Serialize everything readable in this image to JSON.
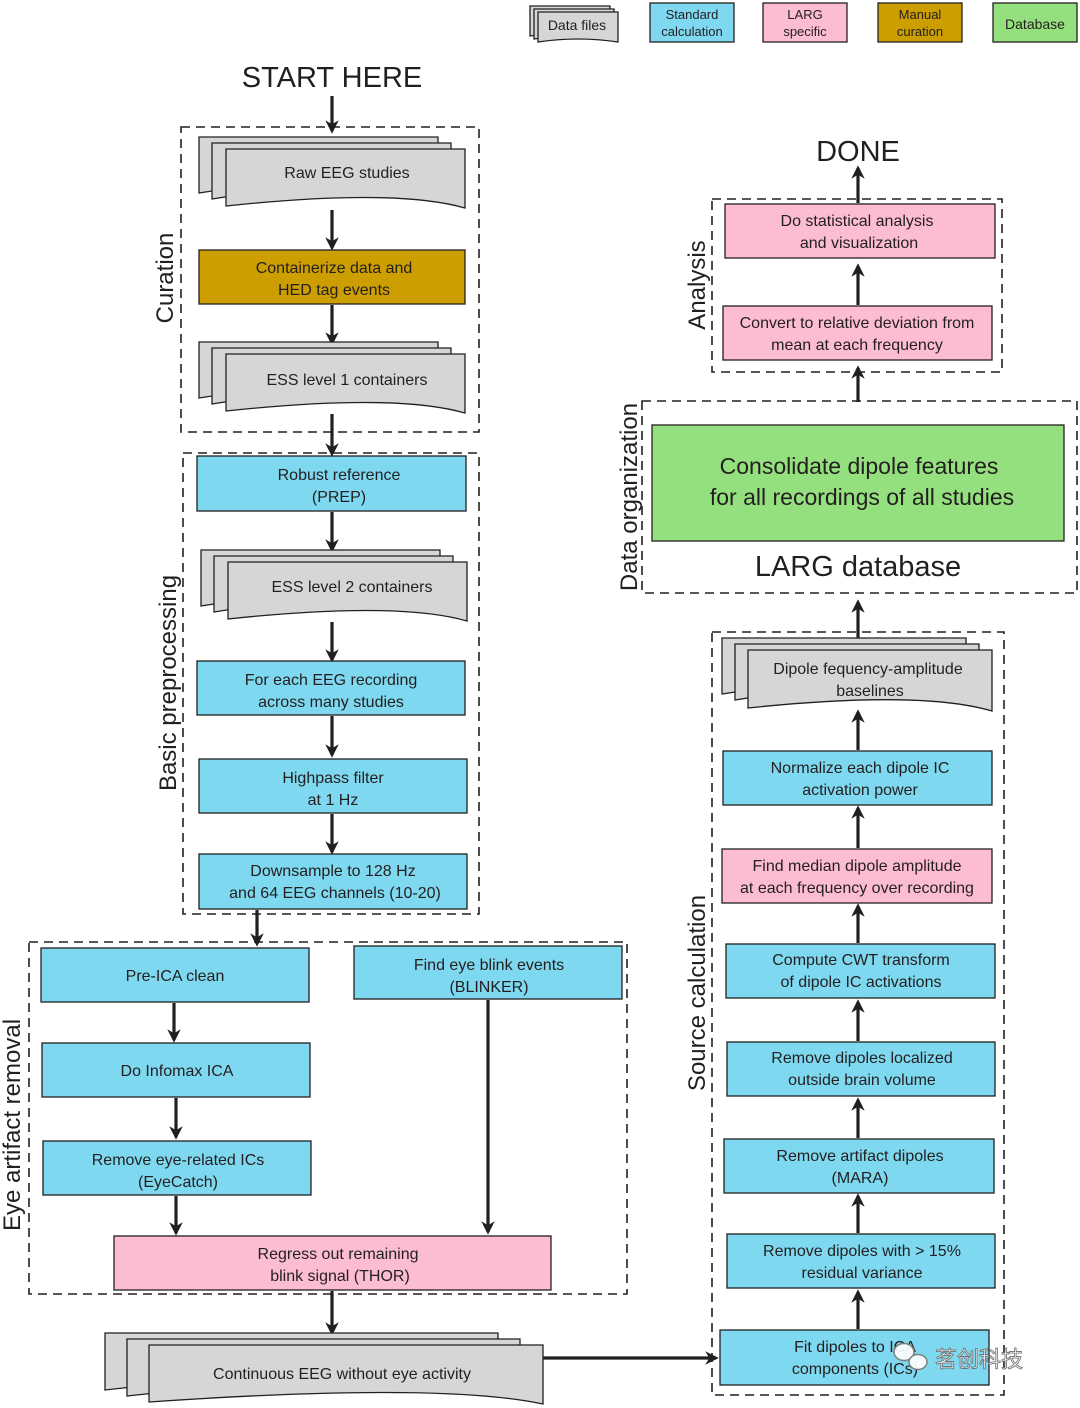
{
  "colors": {
    "data_files": "#d6d6d6",
    "standard": "#7ed8ef",
    "larg": "#fcbdd0",
    "manual": "#cc9e00",
    "database": "#95e07e",
    "line": "#231f20"
  },
  "legend": {
    "data_files": "Data files",
    "standard_1": "Standard",
    "standard_2": "calculation",
    "larg_1": "LARG",
    "larg_2": "specific",
    "manual_1": "Manual",
    "manual_2": "curation",
    "database": "Database"
  },
  "start": "START HERE",
  "done": "DONE",
  "sections": {
    "curation": "Curation",
    "basic": "Basic preprocessing",
    "eye": "Eye artifact removal",
    "source": "Source calculation",
    "organization": "Data organization",
    "analysis": "Analysis"
  },
  "curation": {
    "raw": "Raw EEG studies",
    "contain_1": "Containerize data and",
    "contain_2": "HED tag events",
    "ess1": "ESS level 1 containers"
  },
  "basic": {
    "robust_1": "Robust reference",
    "robust_2": "(PREP)",
    "ess2": "ESS level 2 containers",
    "foreach_1": "For each EEG recording",
    "foreach_2": "across many studies",
    "highpass_1": "Highpass filter",
    "highpass_2": "at 1 Hz",
    "down_1": "Downsample to 128 Hz",
    "down_2": "and 64  EEG channels (10-20)"
  },
  "eye": {
    "preica": "Pre-ICA clean",
    "infomax": "Do Infomax ICA",
    "remove_1": "Remove eye-related ICs",
    "remove_2": "(EyeCatch)",
    "blink_1": "Find eye blink events",
    "blink_2": "(BLINKER)",
    "regress_1": "Regress out remaining",
    "regress_2": "blink signal (THOR)"
  },
  "continuous": "Continuous EEG without eye activity",
  "source": {
    "fit_1": "Fit dipoles to ICA",
    "fit_2": "components (ICs)",
    "resid_1": "Remove dipoles with > 15%",
    "resid_2": "residual variance",
    "mara_1": "Remove artifact dipoles",
    "mara_2": "(MARA)",
    "brain_1": "Remove dipoles localized",
    "brain_2": "outside brain volume",
    "cwt_1": "Compute CWT transform",
    "cwt_2": "of dipole IC activations",
    "median_1": "Find median dipole amplitude",
    "median_2": "at each frequency over recording",
    "norm_1": "Normalize each dipole IC",
    "norm_2": "activation power",
    "base_1": "Dipole fequency-amplitude",
    "base_2": "baselines"
  },
  "organization": {
    "consolidate_1": "Consolidate dipole features",
    "consolidate_2": "for all recordings of all studies",
    "db": "LARG database"
  },
  "analysis": {
    "convert_1": "Convert to relative deviation from",
    "convert_2": "mean at each frequency",
    "stat_1": "Do statistical analysis",
    "stat_2": "and visualization"
  },
  "watermark": "茗创科技"
}
